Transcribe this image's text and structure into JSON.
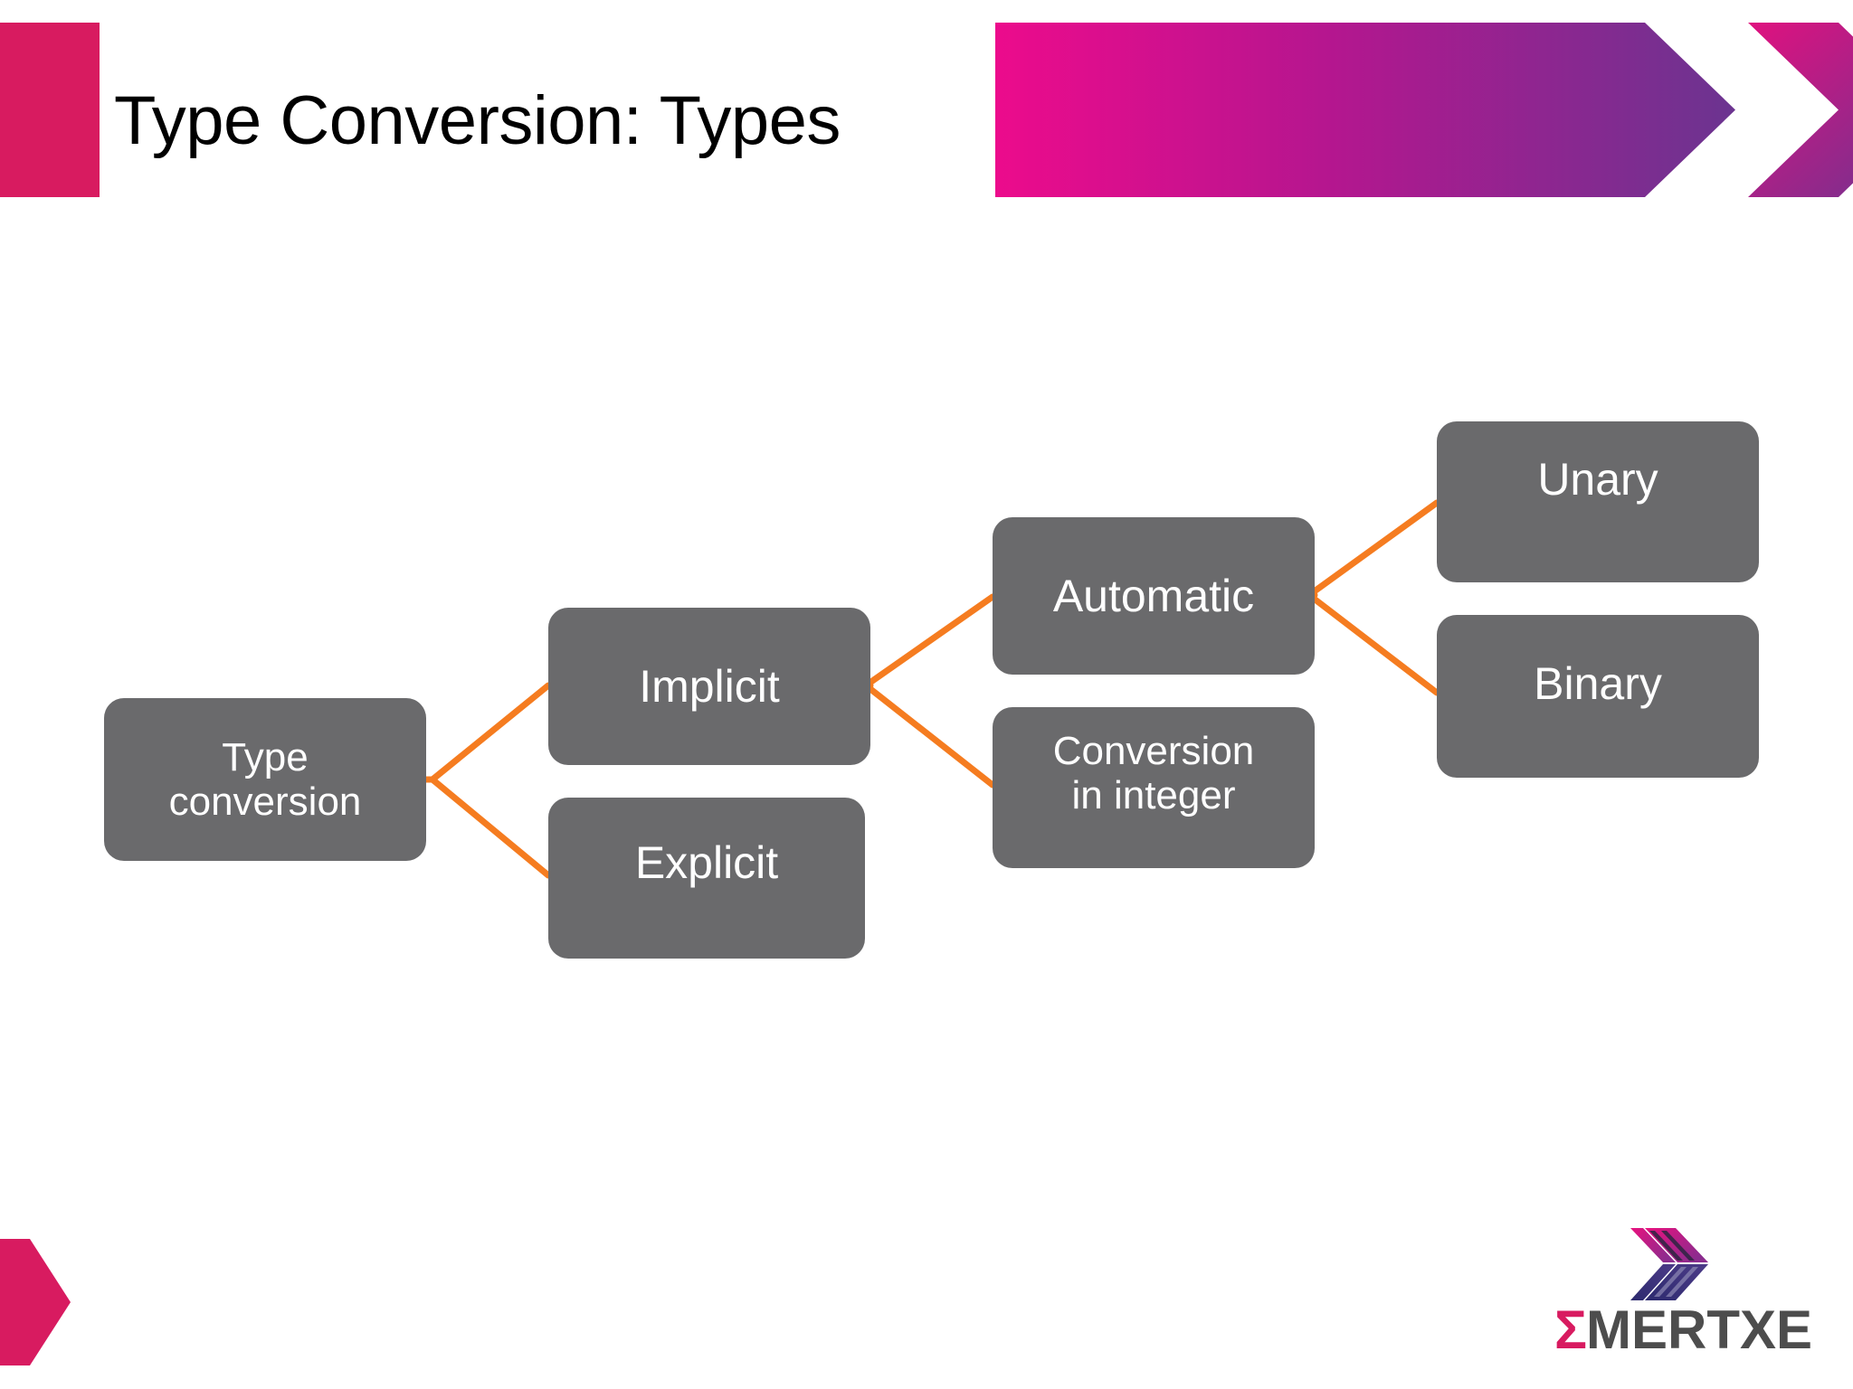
{
  "slide": {
    "title": "Type Conversion: Types",
    "background_color": "#FFFFFF"
  },
  "theme": {
    "accent_pink": "#D81B60",
    "banner_gradient_start": "#EC0B8C",
    "banner_gradient_end": "#6B3490",
    "node_fill": "#6A6A6C",
    "node_text": "#FFFFFF",
    "connector_color": "#F57C20",
    "title_color": "#000000"
  },
  "header": {
    "left_block_name": "pink-block",
    "banner_name": "gradient-chevron-banner"
  },
  "diagram": {
    "type": "tree",
    "nodes": [
      {
        "id": "type-conversion",
        "label": "Type\nconversion",
        "level": 0
      },
      {
        "id": "implicit",
        "label": "Implicit",
        "level": 1
      },
      {
        "id": "explicit",
        "label": "Explicit",
        "level": 1
      },
      {
        "id": "automatic",
        "label": "Automatic",
        "level": 2
      },
      {
        "id": "conversion-int",
        "label": "Conversion\nin integer",
        "level": 2
      },
      {
        "id": "unary",
        "label": "Unary",
        "level": 3
      },
      {
        "id": "binary",
        "label": "Binary",
        "level": 3
      }
    ],
    "edges": [
      {
        "from": "type-conversion",
        "to": "implicit"
      },
      {
        "from": "type-conversion",
        "to": "explicit"
      },
      {
        "from": "implicit",
        "to": "automatic"
      },
      {
        "from": "implicit",
        "to": "conversion-int"
      },
      {
        "from": "automatic",
        "to": "unary"
      },
      {
        "from": "automatic",
        "to": "binary"
      }
    ]
  },
  "footer": {
    "arrow_name": "pink-arrow",
    "logo": {
      "sigma": "Σ",
      "word": "MERTXE"
    }
  }
}
